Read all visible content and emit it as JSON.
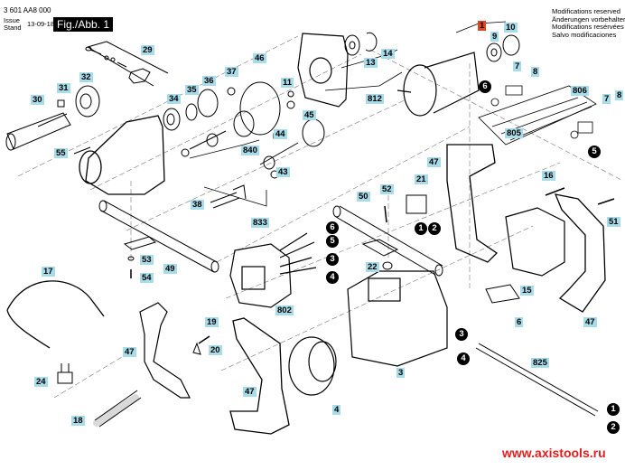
{
  "header": {
    "document_code": "3 601 AA8 000",
    "issue_label": "Issue\nStand",
    "issue_label_line1": "Issue",
    "issue_label_line2": "Stand",
    "issue_date": "13-09-18",
    "figure_title": "Fig./Abb. 1"
  },
  "modifications_notice": [
    "Modifications reserved",
    "Änderungen vorbehalten",
    "Modifications resérvées",
    "Salvo modificaciones"
  ],
  "part_labels": [
    {
      "id": "29",
      "text": "29"
    },
    {
      "id": "32",
      "text": "32"
    },
    {
      "id": "31",
      "text": "31"
    },
    {
      "id": "30",
      "text": "30"
    },
    {
      "id": "55",
      "text": "55"
    },
    {
      "id": "34",
      "text": "34"
    },
    {
      "id": "35",
      "text": "35"
    },
    {
      "id": "36",
      "text": "36"
    },
    {
      "id": "37",
      "text": "37"
    },
    {
      "id": "46",
      "text": "46"
    },
    {
      "id": "11",
      "text": "11"
    },
    {
      "id": "45",
      "text": "45"
    },
    {
      "id": "44",
      "text": "44"
    },
    {
      "id": "840",
      "text": "840"
    },
    {
      "id": "43",
      "text": "43"
    },
    {
      "id": "38",
      "text": "38"
    },
    {
      "id": "833",
      "text": "833"
    },
    {
      "id": "14",
      "text": "14"
    },
    {
      "id": "13",
      "text": "13"
    },
    {
      "id": "812",
      "text": "812"
    },
    {
      "id": "1-top",
      "text": "1"
    },
    {
      "id": "9",
      "text": "9"
    },
    {
      "id": "10",
      "text": "10"
    },
    {
      "id": "7a",
      "text": "7"
    },
    {
      "id": "8a",
      "text": "8"
    },
    {
      "id": "806",
      "text": "806"
    },
    {
      "id": "7b",
      "text": "7"
    },
    {
      "id": "8b",
      "text": "8"
    },
    {
      "id": "805",
      "text": "805"
    },
    {
      "id": "47a",
      "text": "47"
    },
    {
      "id": "21",
      "text": "21"
    },
    {
      "id": "50",
      "text": "50"
    },
    {
      "id": "52",
      "text": "52"
    },
    {
      "id": "16",
      "text": "16"
    },
    {
      "id": "51",
      "text": "51"
    },
    {
      "id": "53",
      "text": "53"
    },
    {
      "id": "54",
      "text": "54"
    },
    {
      "id": "49",
      "text": "49"
    },
    {
      "id": "17",
      "text": "17"
    },
    {
      "id": "22",
      "text": "22"
    },
    {
      "id": "802",
      "text": "802"
    },
    {
      "id": "15",
      "text": "15"
    },
    {
      "id": "6",
      "text": "6"
    },
    {
      "id": "47b",
      "text": "47"
    },
    {
      "id": "47c",
      "text": "47"
    },
    {
      "id": "19",
      "text": "19"
    },
    {
      "id": "20",
      "text": "20"
    },
    {
      "id": "24",
      "text": "24"
    },
    {
      "id": "3",
      "text": "3"
    },
    {
      "id": "47d",
      "text": "47"
    },
    {
      "id": "4",
      "text": "4"
    },
    {
      "id": "825",
      "text": "825"
    },
    {
      "id": "18",
      "text": "18"
    }
  ],
  "connection_markers": [
    {
      "id": "m6-top",
      "text": "6"
    },
    {
      "id": "m5-top",
      "text": "5"
    },
    {
      "id": "m1-switch",
      "text": "1"
    },
    {
      "id": "m2-switch",
      "text": "2"
    },
    {
      "id": "m6-field",
      "text": "6"
    },
    {
      "id": "m5-field",
      "text": "5"
    },
    {
      "id": "m3-field",
      "text": "3"
    },
    {
      "id": "m4-field",
      "text": "4"
    },
    {
      "id": "m3-cable",
      "text": "3"
    },
    {
      "id": "m4-cable",
      "text": "4"
    },
    {
      "id": "m1-cable",
      "text": "1"
    },
    {
      "id": "m2-cable",
      "text": "2"
    }
  ],
  "footer": {
    "website": "www.axistools.ru"
  },
  "colors": {
    "label_bg": "#a8dcea",
    "highlight_label_bg": "#e0451f",
    "website_text": "#e31e1e",
    "marker_bg": "#000000"
  }
}
